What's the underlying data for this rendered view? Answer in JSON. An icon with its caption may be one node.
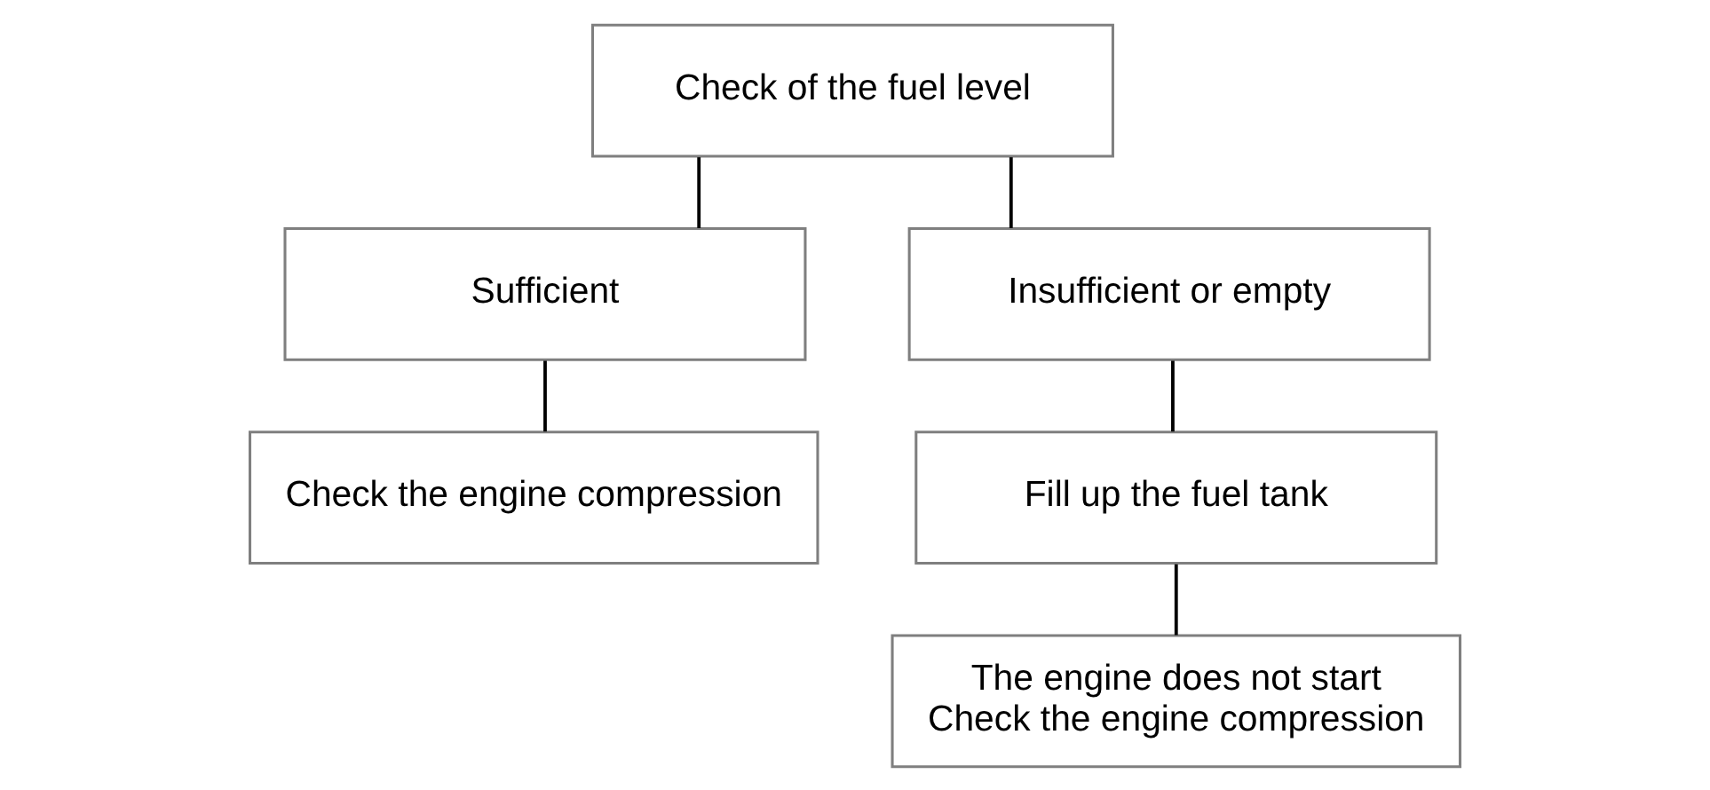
{
  "diagram": {
    "nodes": [
      {
        "text": [
          "Check of the fuel level"
        ]
      },
      {
        "text": [
          "Sufficient"
        ]
      },
      {
        "text": [
          "Insufficient or empty"
        ]
      },
      {
        "text": [
          "Check the engine compression"
        ]
      },
      {
        "text": [
          "Fill up the fuel tank"
        ]
      },
      {
        "text": [
          "The engine does not start",
          "Check the engine compression"
        ]
      }
    ],
    "edges": [
      {
        "from": 0,
        "to": 1,
        "arrow": "none"
      },
      {
        "from": 0,
        "to": 2,
        "arrow": "none"
      },
      {
        "from": 1,
        "to": 3,
        "arrow": "none"
      },
      {
        "from": 2,
        "to": 4,
        "arrow": "none"
      },
      {
        "from": 4,
        "to": 5,
        "arrow": "none"
      }
    ]
  }
}
